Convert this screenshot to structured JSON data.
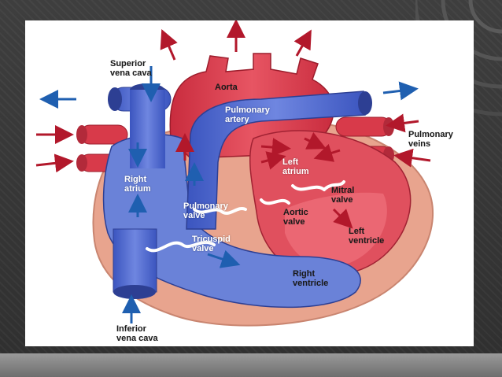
{
  "diagram": {
    "labels": {
      "superior_vena_cava": "Superior\nvena cava",
      "aorta": "Aorta",
      "pulmonary_artery": "Pulmonary\nartery",
      "pulmonary_veins": "Pulmonary\nveins",
      "left_atrium": "Left\natrium",
      "right_atrium": "Right\natrium",
      "pulmonary_valve": "Pulmonary\nvalve",
      "mitral_valve": "Mitral\nvalve",
      "aortic_valve": "Aortic\nvalve",
      "left_ventricle": "Left\nventricle",
      "tricuspid_valve": "Tricuspid\nvalve",
      "right_ventricle": "Right\nventricle",
      "inferior_vena_cava": "Inferior\nvena cava"
    },
    "colors": {
      "deoxygenated": "#4a63c9",
      "oxygenated": "#d93a48",
      "pericardium": "#e8a48e",
      "arrow_blue": "#1f5fb0",
      "arrow_red": "#b2182b"
    }
  }
}
